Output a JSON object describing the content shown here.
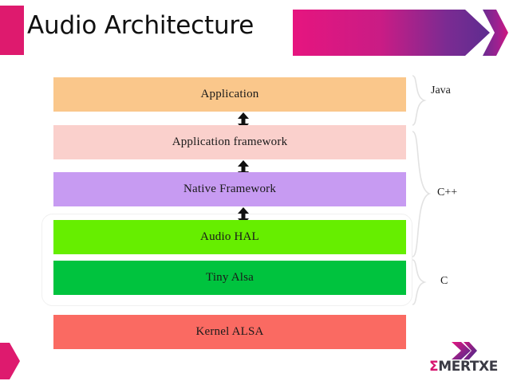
{
  "slide": {
    "title": "Audio Architecture",
    "background": "#ffffff"
  },
  "header": {
    "accent_block_color": "#DE1A6E",
    "banner": {
      "icon": "chevron-banner",
      "gradient_start": "#E6157F",
      "gradient_end": "#5E2D90"
    }
  },
  "diagram": {
    "type": "layered-stack",
    "layers": [
      {
        "label": "Application",
        "color": "#FAC78B",
        "language": "Java"
      },
      {
        "label": "Application framework",
        "color": "#FAD0CC",
        "language": "C++"
      },
      {
        "label": "Native Framework",
        "color": "#C79BF2",
        "language": "C++"
      },
      {
        "label": "Audio HAL",
        "color": "#66EE00",
        "language": "C++"
      },
      {
        "label": "Tiny Alsa",
        "color": "#00C33E",
        "language": "C"
      },
      {
        "label": "Kernel ALSA",
        "color": "#FA6A62",
        "language": ""
      }
    ],
    "connectors": [
      {
        "icon": "double-arrow-vertical",
        "between": "Application / Application framework"
      },
      {
        "icon": "double-arrow-vertical",
        "between": "Application framework / Native Framework"
      },
      {
        "icon": "double-arrow-vertical",
        "between": "Native Framework / Audio HAL"
      }
    ],
    "brackets": [
      {
        "label": "Java",
        "spans": [
          "Application"
        ]
      },
      {
        "label": "C++",
        "spans": [
          "Application framework",
          "Native Framework",
          "Audio HAL"
        ]
      },
      {
        "label": "C",
        "spans": [
          "Tiny Alsa"
        ]
      }
    ],
    "group_outline": {
      "label": "",
      "spans": [
        "Audio HAL",
        "Tiny Alsa"
      ]
    }
  },
  "footer": {
    "corner_arrow": {
      "icon": "arrow-right-pink",
      "color": "#DE1A6E"
    },
    "logo": {
      "sigma": "Σ",
      "wordmark": "MERTXE",
      "full_name": "EMERTXE",
      "sigma_color": "#D6146E",
      "word_color": "#3a3a44",
      "chevron_icon": "double-chevron-right"
    }
  }
}
